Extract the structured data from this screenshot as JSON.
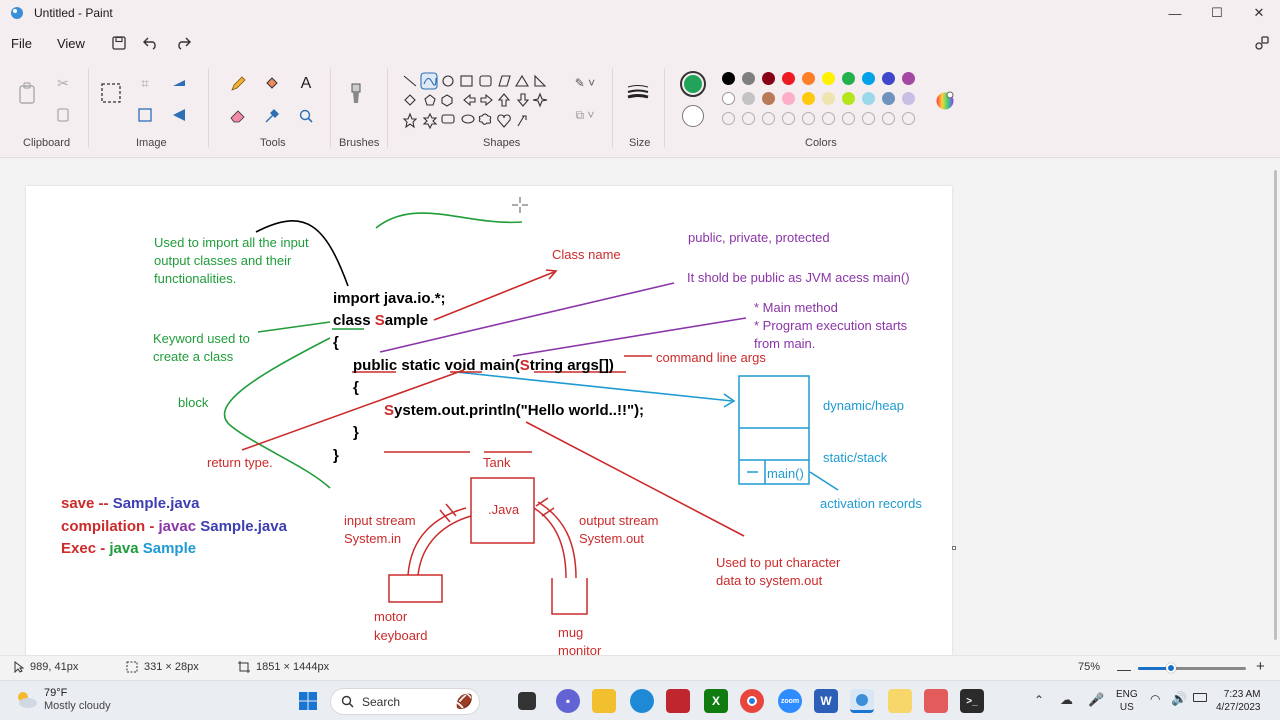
{
  "window": {
    "title": "Untitled - Paint",
    "min": "—",
    "max": "☐",
    "close": "✕"
  },
  "menu": {
    "file": "File",
    "view": "View"
  },
  "ribbon": {
    "groups": [
      "Clipboard",
      "Image",
      "Tools",
      "Brushes",
      "Shapes",
      "Size",
      "Colors"
    ],
    "primary_color": "#22a35a",
    "secondary_color": "#ffffff",
    "palette_row1": [
      "#000000",
      "#7f7f7f",
      "#880015",
      "#ed1c24",
      "#ff7f27",
      "#fff200",
      "#22b14c",
      "#00a2e8",
      "#3f48cc",
      "#a349a4"
    ],
    "palette_row2": [
      "#ffffff",
      "#c3c3c3",
      "#b97a57",
      "#ffaec9",
      "#ffc90e",
      "#efe4b0",
      "#b5e61d",
      "#99d9ea",
      "#7092be",
      "#c8bfe7"
    ]
  },
  "canvas": {
    "code": {
      "line1": "import java.io.*;",
      "line2_pre": "class ",
      "line2_s": "S",
      "line2_post": "ample",
      "line3": "{",
      "line4_pre": "public static void main(",
      "line4_s": "S",
      "line4_post": "tring args[])",
      "line5": "{",
      "line6_s": "S",
      "line6_post": "ystem.out.println(\"Hello world..!!\");",
      "line7": "}",
      "line8": "}"
    },
    "notes": {
      "import_note": [
        "Used to import all the input",
        "output classes and their",
        "functionalities."
      ],
      "keyword_note": [
        "Keyword used to",
        "create a class"
      ],
      "block": "block",
      "return_type": "return type.",
      "class_name": "Class name",
      "access": "public, private, protected",
      "jvm": "It shold be public as JVM acess main()",
      "main_method": [
        "* Main method",
        "* Program execution starts",
        "from main."
      ],
      "cmd_args": "command line args",
      "dynamic_heap": "dynamic/heap",
      "static_stack": "static/stack",
      "main_box": "main()",
      "activation": "activation records",
      "tank": "Tank",
      "java_box": ".Java",
      "input_stream": [
        "input stream",
        "System.in"
      ],
      "output_stream": [
        "output stream",
        "System.out"
      ],
      "motor": [
        "motor",
        "keyboard"
      ],
      "mug": [
        "mug",
        "monitor"
      ],
      "char_note": [
        "Used to put character",
        "data to system.out"
      ],
      "save_a": "save -- ",
      "save_b": "Sample.java",
      "compile_a": "compilation - ",
      "compile_b": "javac ",
      "compile_c": "Sample.java",
      "exec_a": "Exec - ",
      "exec_b": "java ",
      "exec_c": "Sample"
    }
  },
  "status": {
    "cursor": "989, 41px",
    "selection": "331 × 28px",
    "image_size": "1851 × 1444px",
    "zoom": "75%"
  },
  "taskbar": {
    "weather_temp": "79°F",
    "weather_desc": "Mostly cloudy",
    "search": "Search",
    "lang1": "ENG",
    "lang2": "US",
    "time": "7:23 AM",
    "date": "4/27/2023"
  }
}
